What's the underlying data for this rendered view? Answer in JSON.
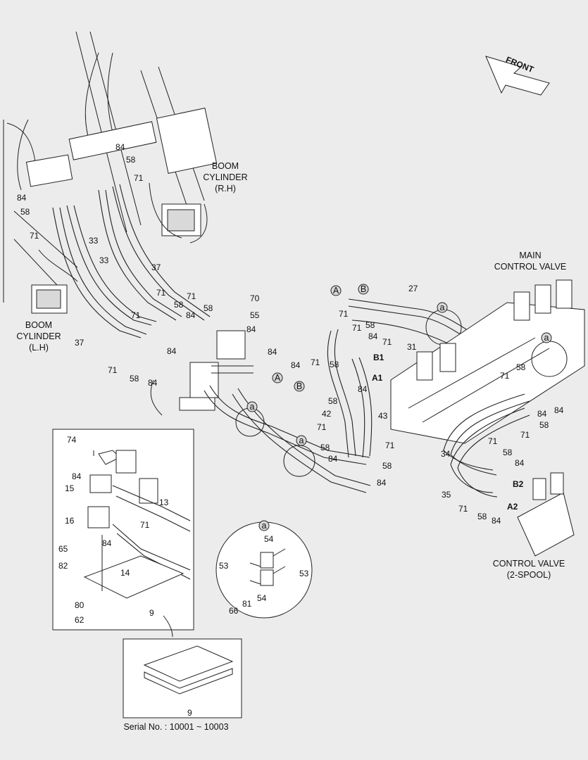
{
  "labels": {
    "boom_rh": [
      "BOOM",
      "CYLINDER",
      "(R.H)"
    ],
    "boom_lh": [
      "BOOM",
      "CYLINDER",
      "(L.H)"
    ],
    "main_cv": [
      "MAIN",
      "CONTROL VALVE"
    ],
    "cv_2spool": [
      "CONTROL VALVE",
      "(2-SPOOL)"
    ],
    "front": "FRONT",
    "serial": "Serial No. : 10001 ~ 10003",
    "detail_tag": "a",
    "port_A": "A",
    "port_B": "B",
    "port_A1": "A1",
    "port_B1": "B1",
    "port_A2": "A2",
    "port_B2": "B2"
  },
  "parts": {
    "p9": "9",
    "p13": "13",
    "p14": "14",
    "p15": "15",
    "p16": "16",
    "p27": "27",
    "p31": "31",
    "p33": "33",
    "p34": "34",
    "p35": "35",
    "p37": "37",
    "p42": "42",
    "p43": "43",
    "p53": "53",
    "p54": "54",
    "p55": "55",
    "p58": "58",
    "p62": "62",
    "p65": "65",
    "p66": "66",
    "p70": "70",
    "p71": "71",
    "p74": "74",
    "p80": "80",
    "p81": "81",
    "p82": "82",
    "p84": "84"
  },
  "colors": {
    "background": "#ececec",
    "line": "#222222",
    "fill": "#ffffff"
  }
}
